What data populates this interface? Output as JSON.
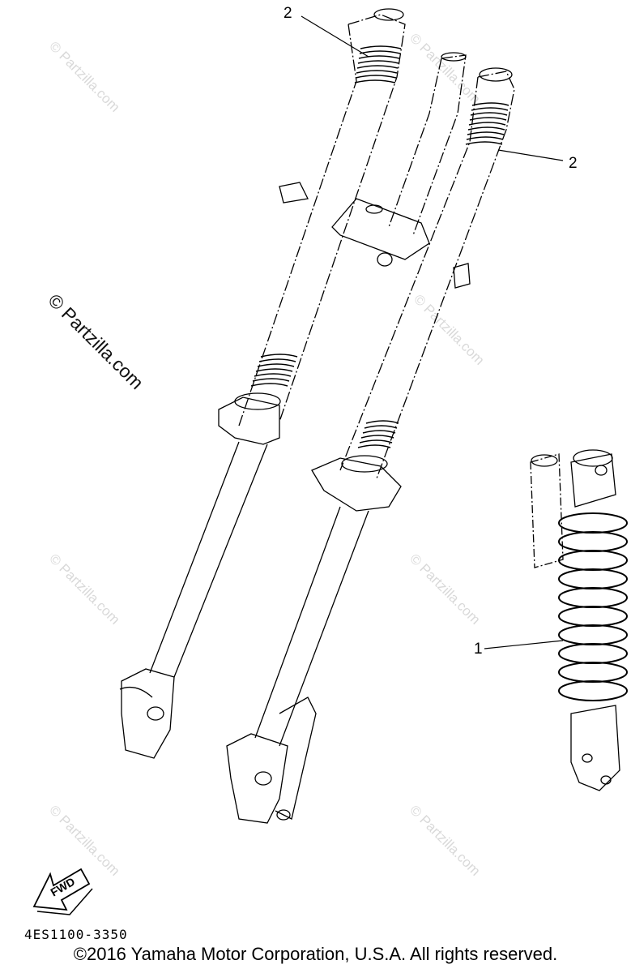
{
  "callouts": {
    "c2_top": "2",
    "c2_right": "2",
    "c1": "1"
  },
  "watermark": {
    "text": "© Partzilla.com"
  },
  "arrow": {
    "label": "FWD"
  },
  "footer": {
    "part_number": "4ES1100-3350",
    "copyright": "©2016 Yamaha Motor Corporation, U.S.A. All rights reserved."
  },
  "icons": [
    "forward-arrow-icon"
  ]
}
